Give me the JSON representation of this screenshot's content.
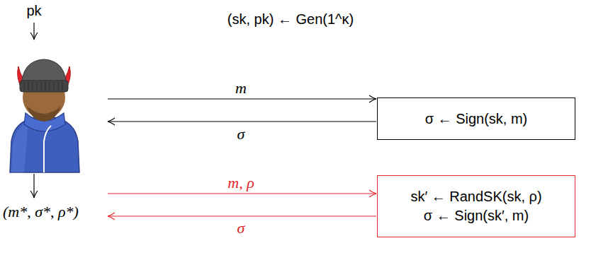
{
  "diagram": {
    "nodes": [
      {
        "text": [
          "σ ← Sign(sk, m)"
        ]
      },
      {
        "text": [
          "sk′ ← RandSK(sk, ρ)",
          "σ ← Sign(sk′, m)"
        ]
      }
    ],
    "labels": [
      "pk",
      "(sk, pk) ← Gen(1^κ)",
      "m",
      "σ",
      "m, ρ",
      "σ",
      "(m*, σ*, ρ*)"
    ]
  }
}
